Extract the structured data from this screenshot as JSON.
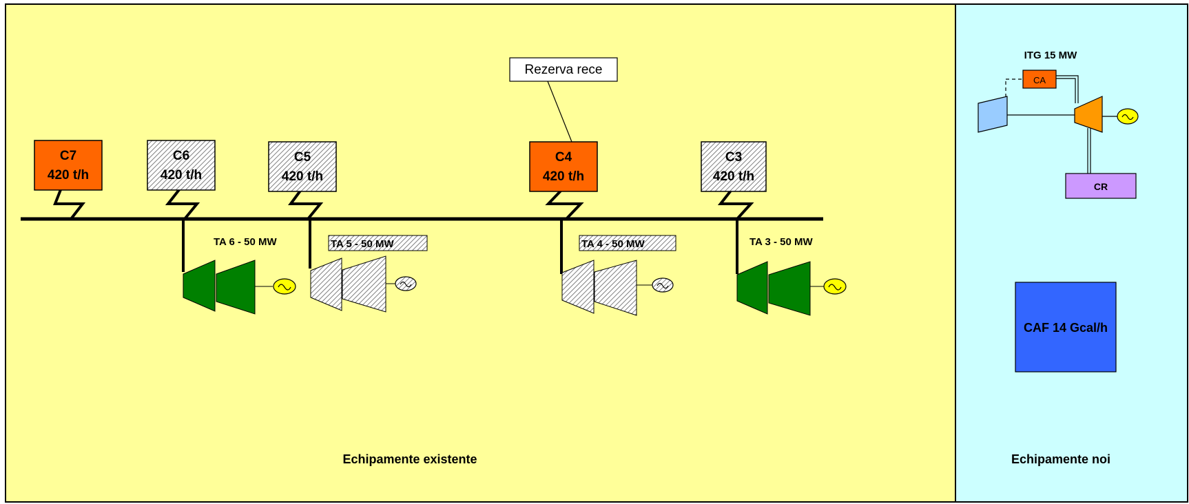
{
  "existing": {
    "caption": "Echipamente existente",
    "boilers": [
      {
        "name": "C7",
        "capacity": "420 t/h",
        "status": "reserve",
        "fill": "#FF6600"
      },
      {
        "name": "C6",
        "capacity": "420 t/h",
        "status": "out",
        "fill": "#C0C0C0"
      },
      {
        "name": "C5",
        "capacity": "420 t/h",
        "status": "out",
        "fill": "#C0C0C0"
      },
      {
        "name": "C4",
        "capacity": "420 t/h",
        "status": "reserve",
        "fill": "#FF6600"
      },
      {
        "name": "C3",
        "capacity": "420 t/h",
        "status": "out",
        "fill": "#C0C0C0"
      }
    ],
    "callout": "Rezerva rece",
    "turbines": [
      {
        "label": "TA 6 - 50 MW",
        "status": "active"
      },
      {
        "label": "TA 5 - 50 MW",
        "status": "out"
      },
      {
        "label": "TA 4 - 50 MW",
        "status": "out"
      },
      {
        "label": "TA 3 - 50 MW",
        "status": "active"
      }
    ]
  },
  "new": {
    "caption": "Echipamente noi",
    "itg_label": "ITG 15 MW",
    "ca_label": "CA",
    "cr_label": "CR",
    "caf_label": "CAF 14 Gcal/h"
  },
  "colors": {
    "left_bg": "#FFFF99",
    "right_bg": "#CCFFFF",
    "turbine_active": "#008000",
    "turbine_out": "#D8D8D8",
    "generator_active": "#FFFF00",
    "boiler_reserve": "#FF6600",
    "boiler_out": "#C0C0C0",
    "compressor": "#99CCFF",
    "gas_turbine": "#FF9900",
    "cr": "#CC99FF",
    "caf": "#3366FF"
  }
}
